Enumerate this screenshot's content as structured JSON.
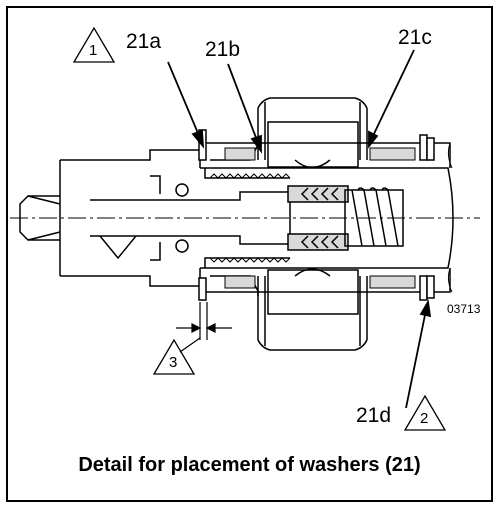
{
  "callouts": {
    "washer_a": "21a",
    "washer_b": "21b",
    "washer_c": "21c",
    "washer_d": "21d"
  },
  "notes": {
    "note_1": "1",
    "note_2": "2",
    "note_3": "3"
  },
  "drawing_number": "03713",
  "caption": "Detail for placement of washers (21)"
}
